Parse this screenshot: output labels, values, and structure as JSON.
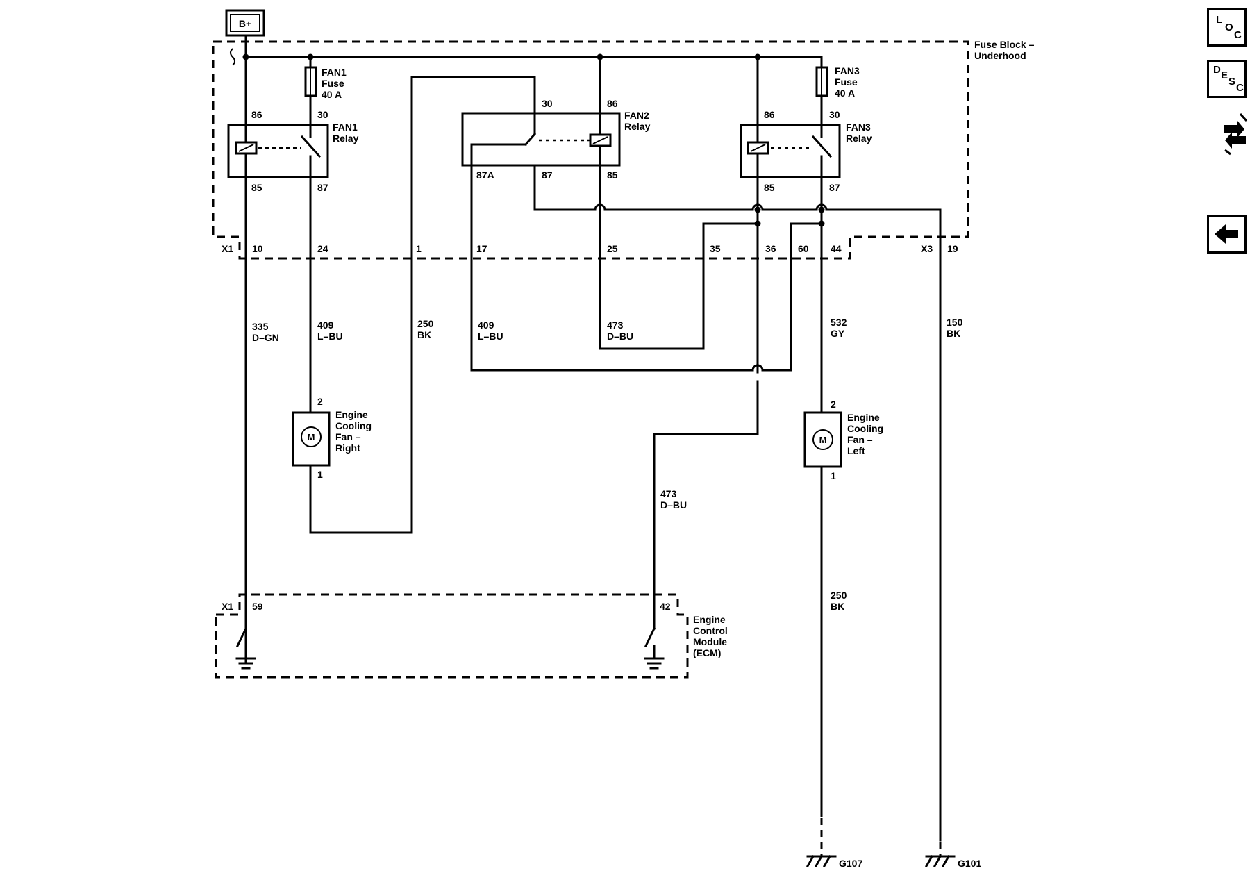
{
  "power": {
    "label": "B+"
  },
  "fuse_block": {
    "title_line1": "Fuse Block –",
    "title_line2": "Underhood"
  },
  "fuses": [
    {
      "name": "FAN1",
      "line2": "Fuse",
      "rating": "40 A"
    },
    {
      "name": "FAN3",
      "line2": "Fuse",
      "rating": "40 A"
    }
  ],
  "relays": {
    "fan1": {
      "name": "FAN1",
      "word": "Relay",
      "pins": [
        "86",
        "30",
        "85",
        "87"
      ]
    },
    "fan2": {
      "name": "FAN2",
      "word": "Relay",
      "pins": [
        "30",
        "86",
        "87A",
        "87",
        "85"
      ]
    },
    "fan3": {
      "name": "FAN3",
      "word": "Relay",
      "pins": [
        "86",
        "30",
        "85",
        "87"
      ]
    }
  },
  "connector_x1": {
    "label": "X1",
    "pins": [
      "10",
      "24",
      "1",
      "17",
      "25",
      "35",
      "36",
      "60",
      "44"
    ]
  },
  "connector_x3": {
    "label": "X3",
    "pin": "19"
  },
  "wires": [
    {
      "circuit": "335",
      "color": "D–GN"
    },
    {
      "circuit": "409",
      "color": "L–BU"
    },
    {
      "circuit": "250",
      "color": "BK"
    },
    {
      "circuit": "409",
      "color": "L–BU"
    },
    {
      "circuit": "473",
      "color": "D–BU"
    },
    {
      "circuit": "532",
      "color": "GY"
    },
    {
      "circuit": "150",
      "color": "BK"
    },
    {
      "circuit": "473",
      "color": "D–BU"
    },
    {
      "circuit": "250",
      "color": "BK"
    }
  ],
  "motors": {
    "right": {
      "symbol": "M",
      "pin_top": "2",
      "pin_bottom": "1",
      "name": [
        "Engine",
        "Cooling",
        "Fan –",
        "Right"
      ]
    },
    "left": {
      "symbol": "M",
      "pin_top": "2",
      "pin_bottom": "1",
      "name": [
        "Engine",
        "Cooling",
        "Fan –",
        "Left"
      ]
    }
  },
  "ecm": {
    "connector": "X1",
    "pins": [
      "59",
      "42"
    ],
    "name": [
      "Engine",
      "Control",
      "Module",
      "(ECM)"
    ]
  },
  "grounds": [
    "G107",
    "G101"
  ],
  "side_nav": {
    "loc": [
      "L",
      "O",
      "C"
    ],
    "desc": [
      "D",
      "E",
      "S",
      "C"
    ],
    "connector_icon": "connector-end-view-icon",
    "back_icon": "back-arrow-icon"
  }
}
